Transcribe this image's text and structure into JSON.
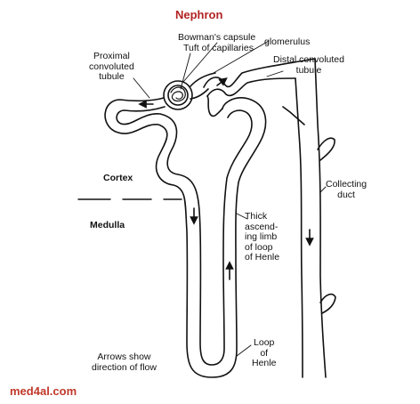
{
  "title": "Nephron",
  "watermark": "med4al.com",
  "colors": {
    "title": "#b22222",
    "watermark": "#c0392b",
    "ink": "#111111"
  },
  "labels": {
    "bowmans_capsule": "Bowman's capsule",
    "glomerulus": "glomerulus",
    "tuft_of_capillaries": "Tuft of capillaries",
    "proximal": [
      "Proximal",
      "convoluted",
      "tubule"
    ],
    "distal": [
      "Distal convoluted",
      "tubule"
    ],
    "cortex": "Cortex",
    "medulla": "Medulla",
    "collecting_duct": [
      "Collecting",
      "duct"
    ],
    "thick_limb": [
      "Thick",
      "ascend-",
      "ing  limb",
      "of loop",
      "of Henle"
    ],
    "loop_of_henle": [
      "Loop",
      "of",
      "Henle"
    ],
    "arrows_note": [
      "Arrows show",
      "direction of flow"
    ]
  }
}
